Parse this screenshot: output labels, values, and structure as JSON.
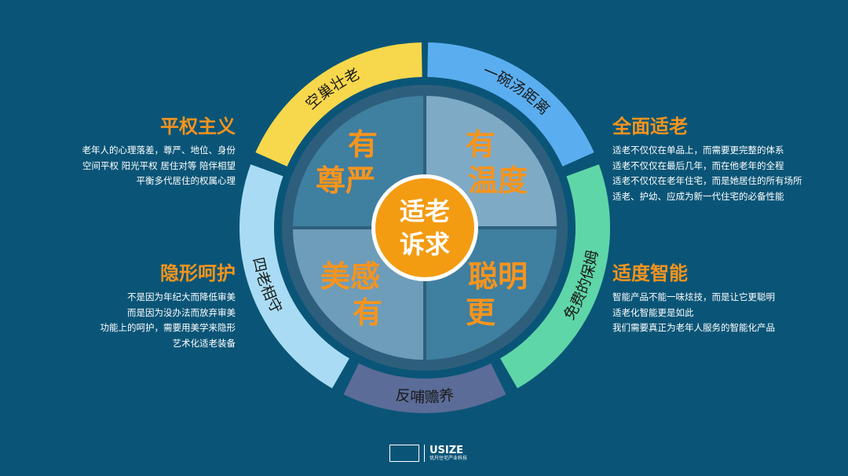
{
  "center": {
    "line1": "适老",
    "line2": "诉求"
  },
  "quadrants": [
    {
      "line1": "有",
      "line2": "尊严"
    },
    {
      "line1": "有",
      "line2": "温度"
    },
    {
      "line1": "美感",
      "line2": "有"
    },
    {
      "line1": "聪明",
      "line2": "更"
    }
  ],
  "ring": [
    {
      "label": "一碗汤距离",
      "color": "#5aaef0"
    },
    {
      "label": "免费的保姆",
      "color": "#5fd6a8"
    },
    {
      "label": "反哺赡养",
      "color": "#5b6c98"
    },
    {
      "label": "四老相守",
      "color": "#a9dcf4"
    },
    {
      "label": "空巢壮老",
      "color": "#f7d84c"
    }
  ],
  "blocks": {
    "pingquan": {
      "title": "平权主义",
      "lines": [
        "老年人的心理落差，尊严、地位、身份",
        "空间平权  阳光平权  居住对等  陪伴相望",
        "平衡多代居住的权属心理"
      ]
    },
    "yinxing": {
      "title": "隐形呵护",
      "lines": [
        "不是因为年纪大而降低审美",
        "而是因为没办法而放弃审美",
        "功能上的呵护，需要用美学来隐形",
        "艺术化适老装备"
      ]
    },
    "quanmian": {
      "title": "全面适老",
      "lines": [
        "适老不仅仅在单品上，而需要更完整的体系",
        "适老不仅仅在最后几年，而在他老年的全程",
        "适老不仅仅在老年住宅，而是她居住的所有场所",
        "适老、护幼、应成为新一代住宅的必备性能"
      ]
    },
    "shidu": {
      "title": "适度智能",
      "lines": [
        "智能产品不能一味炫技，而是让它更聪明",
        "适老化智能更是如此",
        "我们需要真正为老年人服务的智能化产品"
      ]
    }
  },
  "logo": {
    "brand": "USIZE",
    "sub": "优尺住宅产业科技"
  },
  "colors": {
    "accent": "#f7941d",
    "background": "#0a5577",
    "center": "#f39c12"
  }
}
